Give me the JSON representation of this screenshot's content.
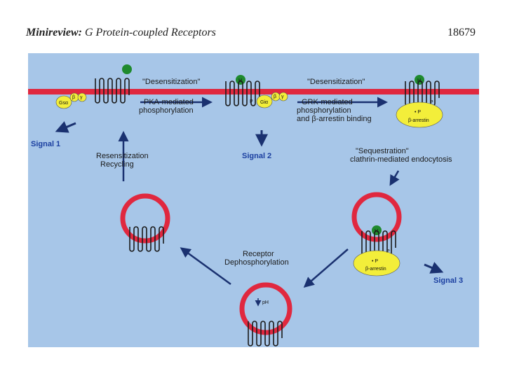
{
  "header": {
    "journal_label": "Minireview:",
    "title": "G Protein-coupled Receptors",
    "page_number": "18679"
  },
  "figure": {
    "desensitization_1": "\"Desensitization\"",
    "pka_line1": "PKA-mediated",
    "pka_line2": "phosphorylation",
    "desensitization_2": "\"Desensitization\"",
    "grk_line1": "GRK-mediated",
    "grk_line2": "phosphorylation",
    "grk_line3": "and β-arrestin binding",
    "signal_1": "Signal 1",
    "signal_2": "Signal 2",
    "signal_3": "Signal 3",
    "resens_line1": "Resensitization",
    "resens_line2": "Recycling",
    "seq_line1": "\"Sequestration\"",
    "seq_line2": "clathrin-mediated endocytosis",
    "dephos_line1": "Receptor",
    "dephos_line2": "Dephosphorylation",
    "ph_label": "pH",
    "gs_label": "Gsα",
    "gi_label": "Giα",
    "beta_label": "β",
    "gamma_label": "γ",
    "p_label": "P",
    "dot_p_label": "• P",
    "arrestin_label": "β-arrestin",
    "h_label": "H"
  },
  "colors": {
    "figure_bg": "#a7c6e8",
    "membrane": "#e0283f",
    "yellow": "#f3ee3a",
    "agonist": "#1f8a2e",
    "arrow": "#1a3170",
    "signal_text": "#1b3fa0"
  }
}
